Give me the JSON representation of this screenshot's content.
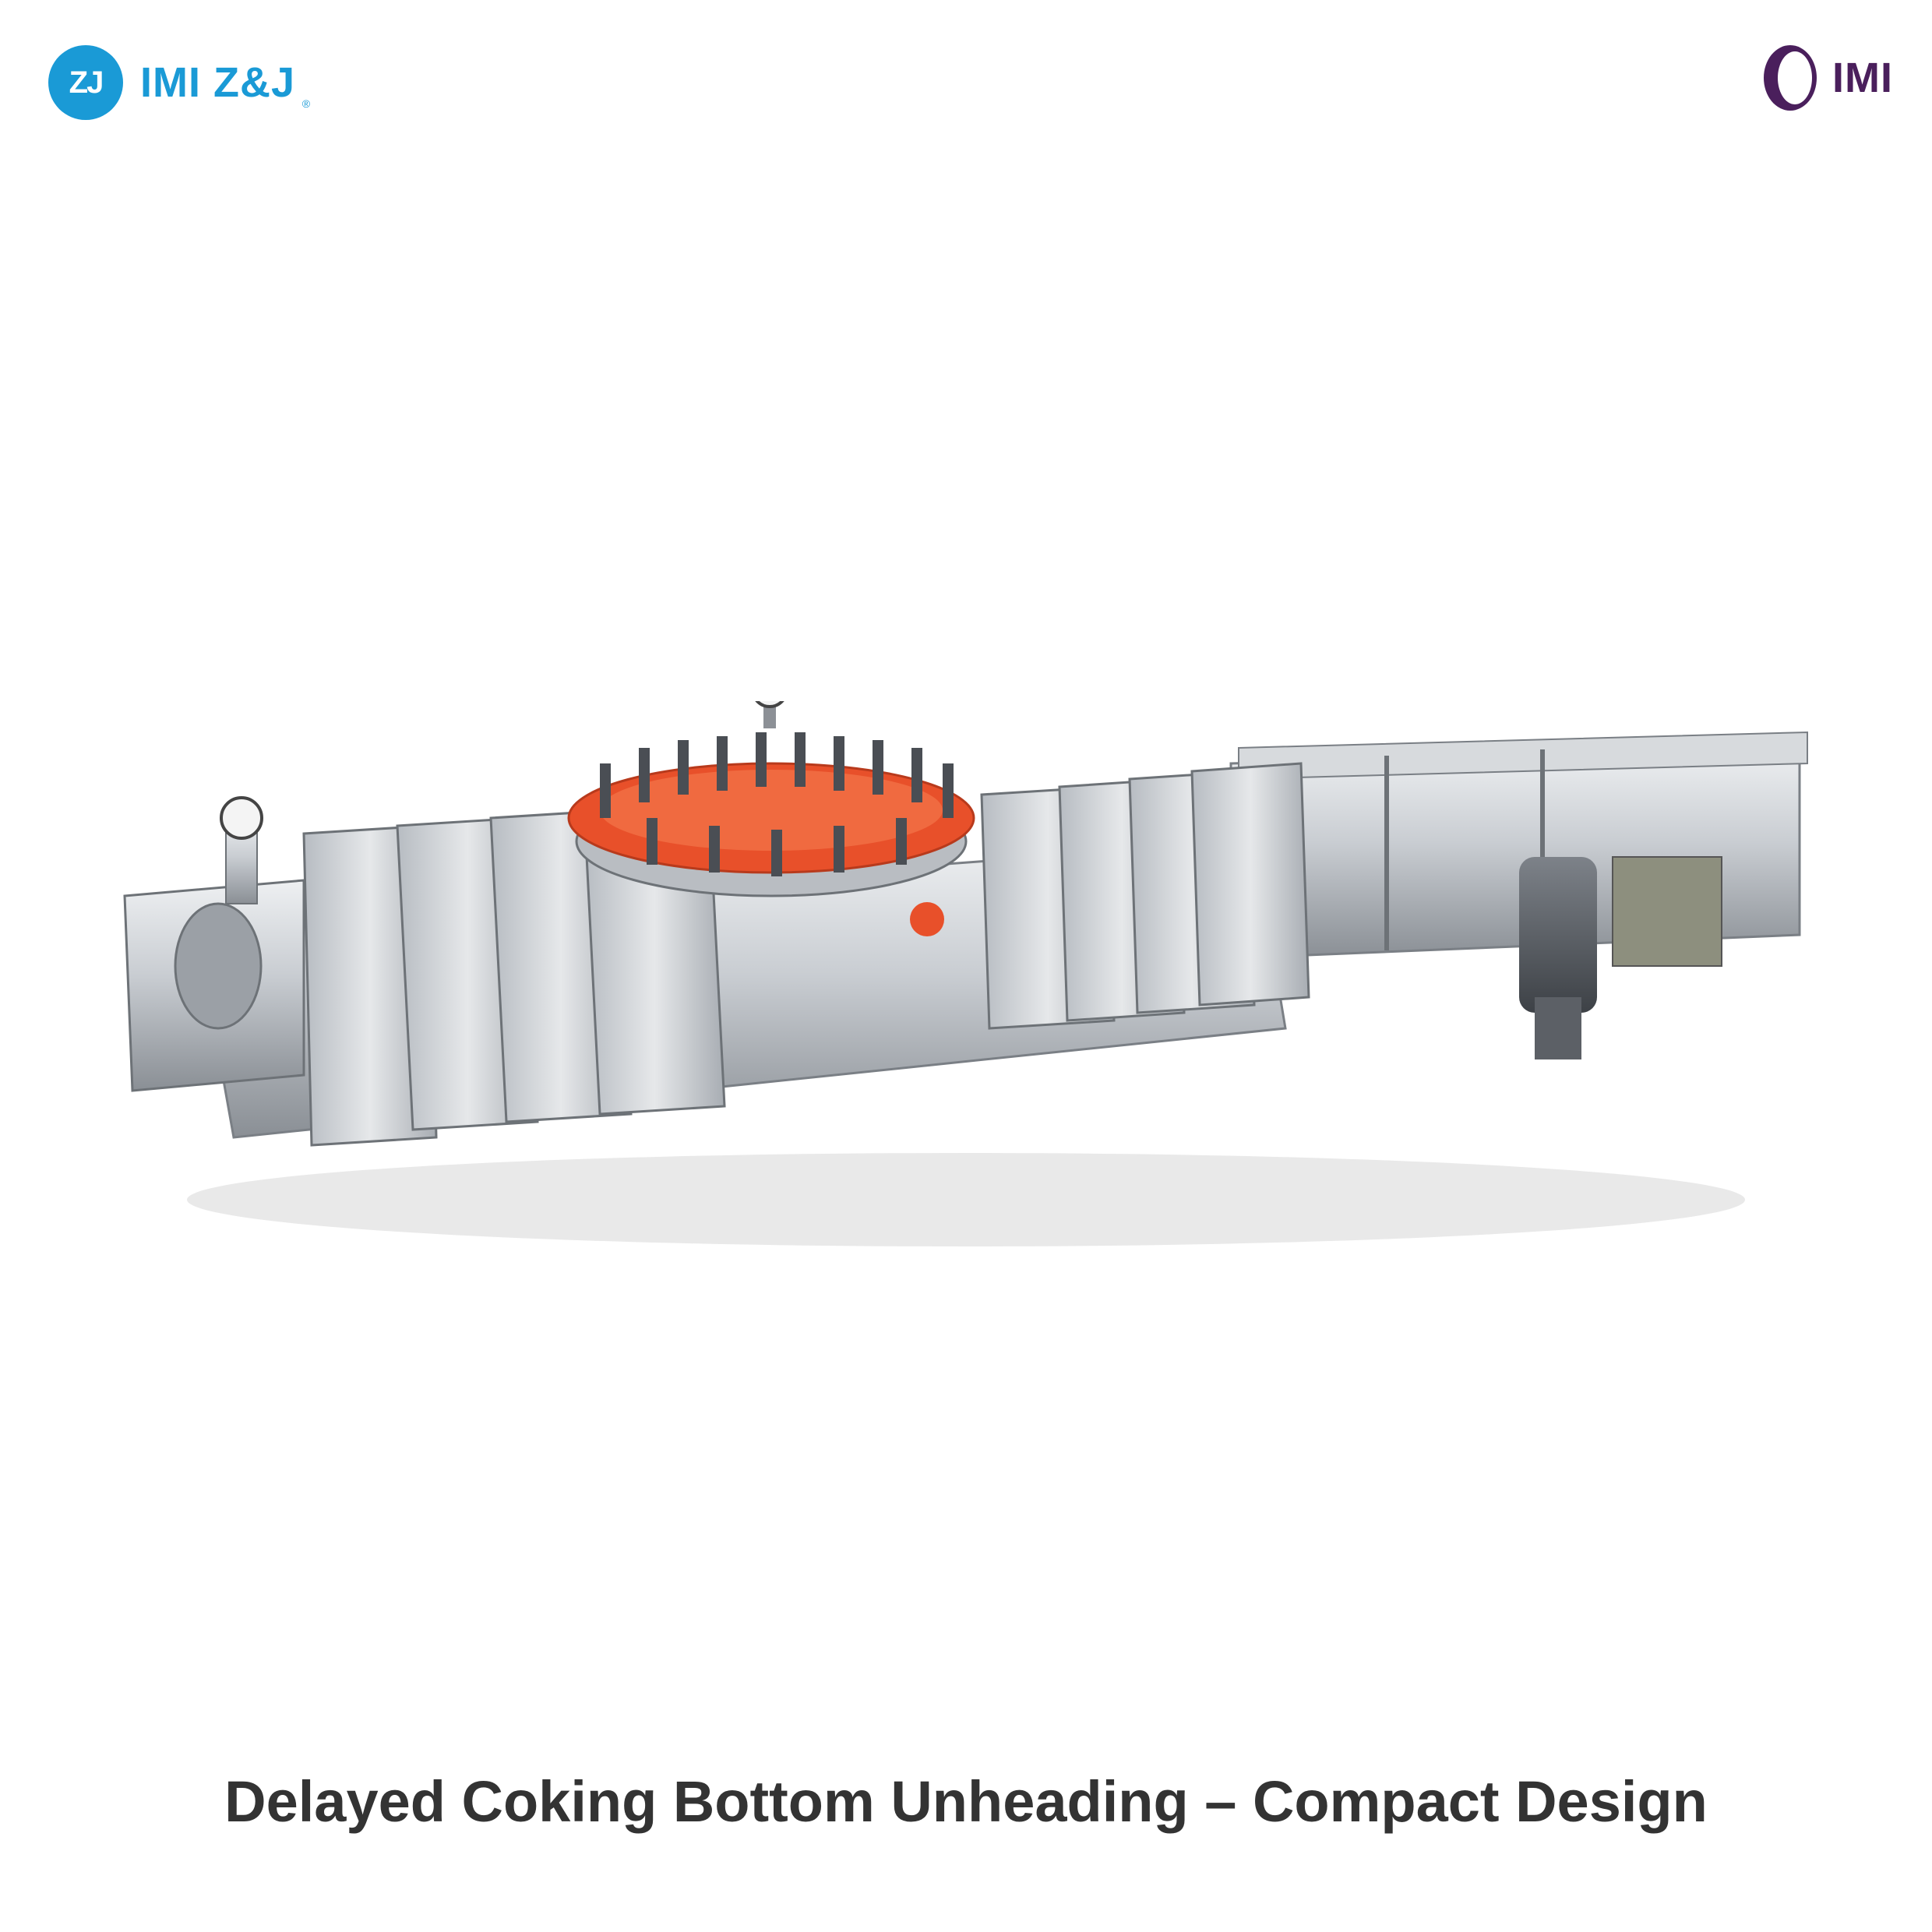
{
  "brand_left": {
    "badge": "ZJ",
    "name": "IMI Z&J",
    "registered": "®"
  },
  "brand_right": {
    "name": "IMI"
  },
  "caption": "Delayed Coking Bottom Unheading – Compact Design",
  "photo": {
    "subject_icon": "valve-assembly-photo"
  },
  "colors": {
    "zj_blue": "#1a9ad6",
    "imi_purple": "#4a1f5c",
    "caption_gray": "#333333",
    "flange_red": "#e8502a",
    "metal_silver": "#c9cdd2"
  }
}
